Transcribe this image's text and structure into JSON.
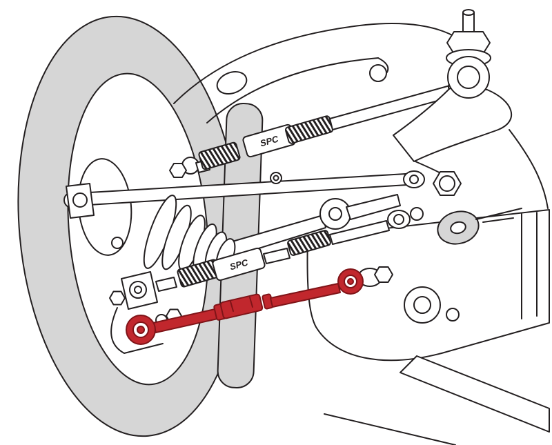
{
  "meta": {
    "title": "Rear suspension illustration with highlighted adjustable toe arm"
  },
  "brand": "SPC",
  "colors": {
    "ink": "#231f20",
    "paper": "#ffffff",
    "part-gray": "#d6d6d6",
    "highlight-red": "#c1272d",
    "red-dark": "#7f1418"
  },
  "parts": [
    "brake-rotor",
    "rotor-shield-band",
    "upper-frame",
    "lateral-link",
    "cv-axle-boot",
    "upper-toe-link",
    "upright-ball-joint",
    "pivot-bolts",
    "subframe-bracket",
    "middle-adjustable-link",
    "highlighted-adjustable-arm"
  ]
}
